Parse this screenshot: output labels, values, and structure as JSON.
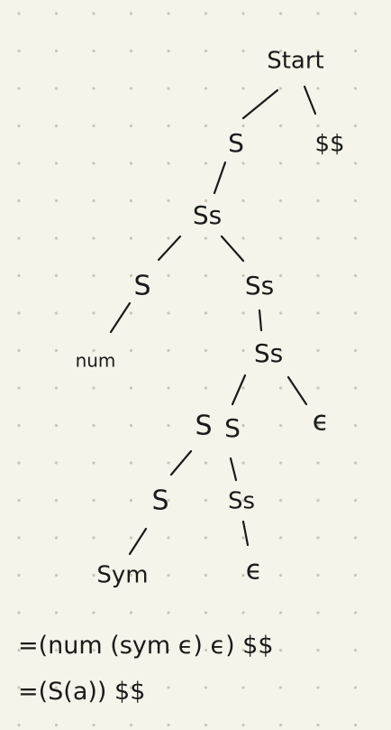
{
  "nodes": [
    {
      "id": "start",
      "label": "Start"
    },
    {
      "id": "s1",
      "label": "S"
    },
    {
      "id": "dollar_top",
      "label": "$$"
    },
    {
      "id": "ss1",
      "label": "Ss"
    },
    {
      "id": "s2",
      "label": "S"
    },
    {
      "id": "ss2",
      "label": "Ss"
    },
    {
      "id": "num",
      "label": "num"
    },
    {
      "id": "ss3",
      "label": "Ss"
    },
    {
      "id": "s3",
      "label": "S"
    },
    {
      "id": "ss4_s",
      "label": "S"
    },
    {
      "id": "eps1",
      "label": "ϵ"
    },
    {
      "id": "s4",
      "label": "S"
    },
    {
      "id": "ss5",
      "label": "Ss"
    },
    {
      "id": "sym",
      "label": "Sym"
    },
    {
      "id": "eps2",
      "label": "ϵ"
    }
  ],
  "edges": [
    [
      "start",
      "s1"
    ],
    [
      "start",
      "dollar_top"
    ],
    [
      "s1",
      "ss1"
    ],
    [
      "ss1",
      "s2"
    ],
    [
      "ss1",
      "ss2"
    ],
    [
      "s2",
      "num"
    ],
    [
      "ss2",
      "ss3"
    ],
    [
      "ss3",
      "s3"
    ],
    [
      "ss3",
      "eps1"
    ],
    [
      "s3",
      "s4"
    ],
    [
      "ss4_s",
      "ss5"
    ],
    [
      "s4",
      "sym"
    ],
    [
      "ss5",
      "eps2"
    ]
  ],
  "derivations": [
    "=(num (sym ϵ) ϵ) $$",
    "=(S(a)) $$"
  ],
  "colors": {
    "background": "#f6f4ea",
    "ink": "#1a1a1a",
    "dot": "#c9c6b6"
  }
}
